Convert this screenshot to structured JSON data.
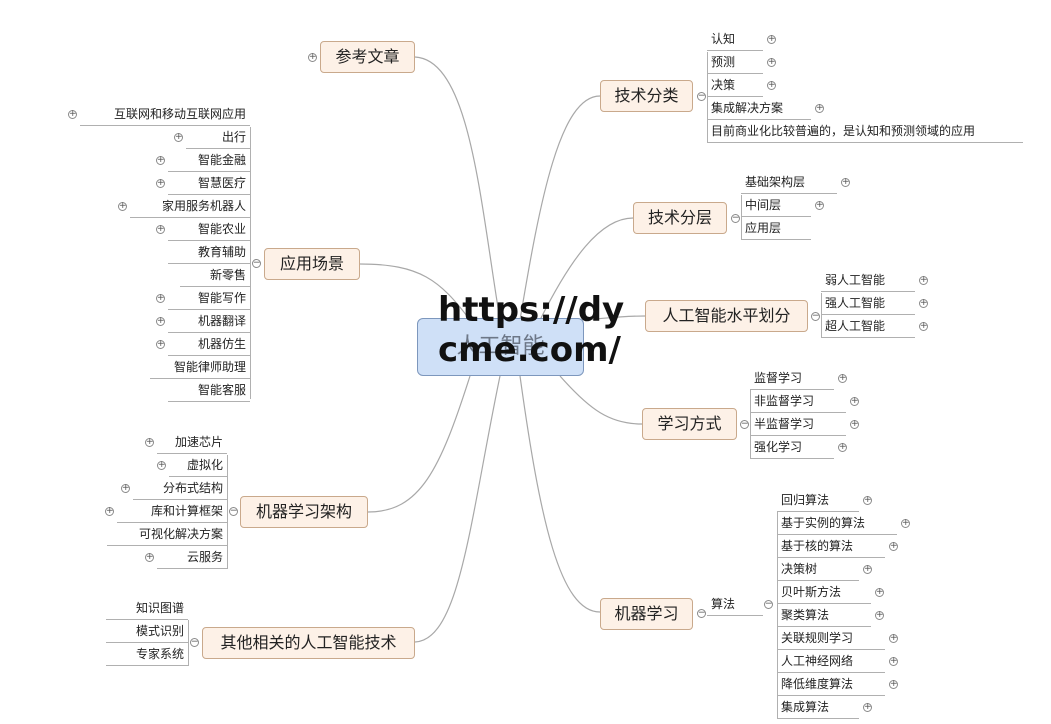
{
  "central": "人工智能",
  "watermark_line1": "https://dy",
  "watermark_line2": "cme.com/",
  "topics": {
    "reference": "参考文章",
    "application": "应用场景",
    "ml_arch": "机器学习架构",
    "other_tech": "其他相关的人工智能技术",
    "tech_class": "技术分类",
    "tech_layer": "技术分层",
    "ai_level": "人工智能水平划分",
    "learning": "学习方式",
    "ml": "机器学习"
  },
  "application_items": [
    "互联网和移动互联网应用",
    "出行",
    "智能金融",
    "智慧医疗",
    "家用服务机器人",
    "智能农业",
    "教育辅助",
    "新零售",
    "智能写作",
    "机器翻译",
    "机器仿生",
    "智能律师助理",
    "智能客服"
  ],
  "ml_arch_items": [
    "加速芯片",
    "虚拟化",
    "分布式结构",
    "库和计算框架",
    "可视化解决方案",
    "云服务"
  ],
  "other_tech_items": [
    "知识图谱",
    "模式识别",
    "专家系统"
  ],
  "tech_class_items": [
    "认知",
    "预测",
    "决策",
    "集成解决方案",
    "目前商业化比较普遍的，是认知和预测领域的应用"
  ],
  "tech_layer_items": [
    "基础架构层",
    "中间层",
    "应用层"
  ],
  "ai_level_items": [
    "弱人工智能",
    "强人工智能",
    "超人工智能"
  ],
  "learning_items": [
    "监督学习",
    "非监督学习",
    "半监督学习",
    "强化学习"
  ],
  "ml_sub": "算法",
  "algo_items": [
    "回归算法",
    "基于实例的算法",
    "基于核的算法",
    "决策树",
    "贝叶斯方法",
    "聚类算法",
    "关联规则学习",
    "人工神经网络",
    "降低维度算法",
    "集成算法"
  ],
  "icons": {
    "collapse": "minus-circle-icon",
    "expand": "plus-circle-icon"
  },
  "colors": {
    "central_fill": "#cfe0f7",
    "topic_fill": "#fdf1e7",
    "line": "#b0b0b0"
  }
}
